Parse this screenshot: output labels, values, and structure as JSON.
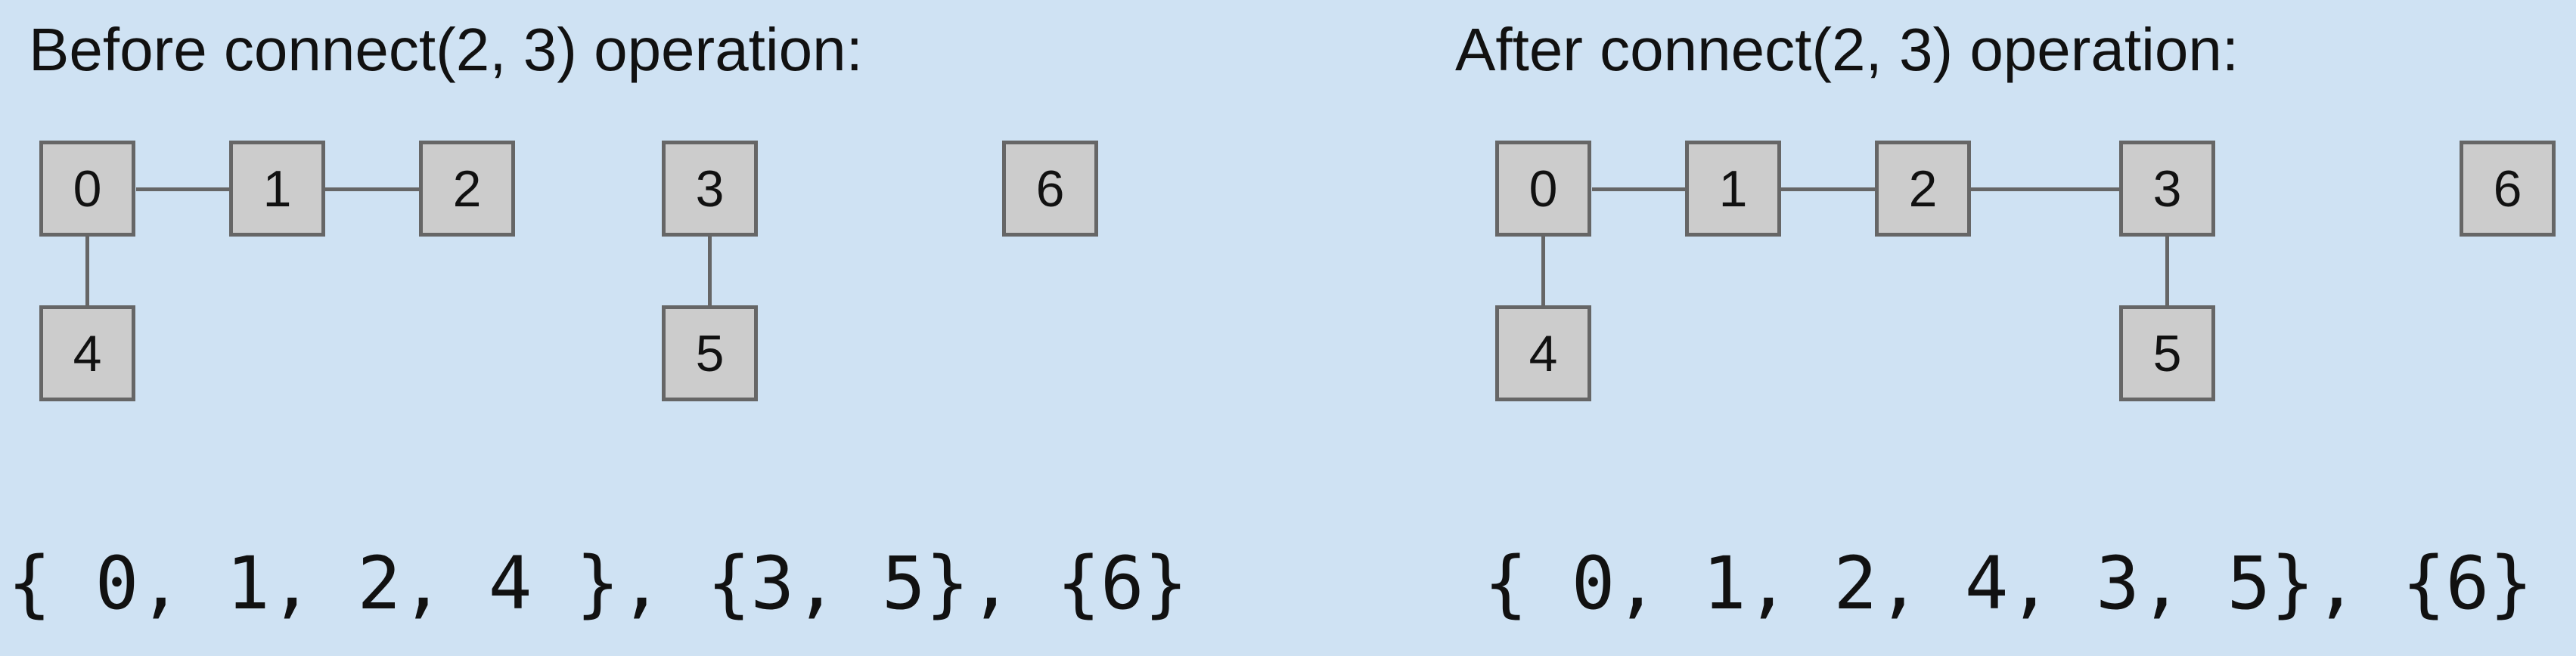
{
  "before": {
    "title": "Before connect(2, 3) operation:",
    "nodes": [
      "0",
      "1",
      "2",
      "3",
      "4",
      "5",
      "6"
    ],
    "edges": [
      [
        "0",
        "1"
      ],
      [
        "1",
        "2"
      ],
      [
        "0",
        "4"
      ],
      [
        "3",
        "5"
      ]
    ],
    "sets_text": "{ 0, 1, 2, 4 }, {3, 5}, {6}"
  },
  "after": {
    "title": "After connect(2, 3) operation:",
    "nodes": [
      "0",
      "1",
      "2",
      "3",
      "4",
      "5",
      "6"
    ],
    "edges": [
      [
        "0",
        "1"
      ],
      [
        "1",
        "2"
      ],
      [
        "2",
        "3"
      ],
      [
        "0",
        "4"
      ],
      [
        "3",
        "5"
      ]
    ],
    "sets_text": "{ 0, 1, 2, 4, 3, 5}, {6}"
  },
  "colors": {
    "background": "#cfe2f3",
    "node_fill": "#cccccc",
    "node_border": "#666666",
    "edge": "#666666"
  }
}
